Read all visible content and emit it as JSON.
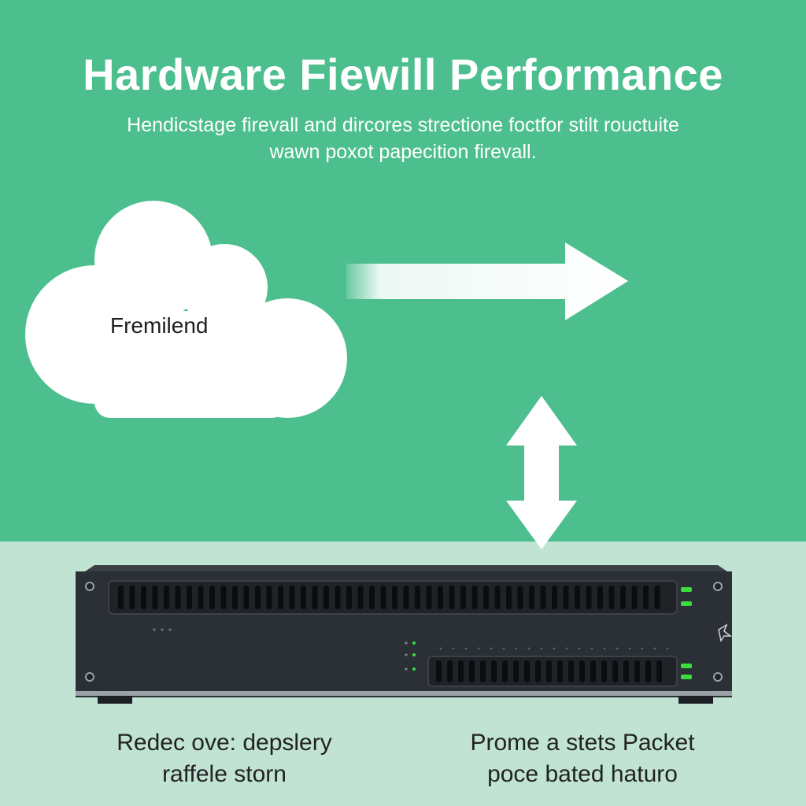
{
  "header": {
    "title": "Hardware Fiewill Performance",
    "subtitle_line1": "Hendicstage firevall and dircores strectione foctfor stilt rouctuite",
    "subtitle_line2": "wawn poxot papecition firevall."
  },
  "cloud": {
    "label": "Fremilend"
  },
  "captions": {
    "left_line1": "Redec ove: depslery",
    "left_line2": "raffele storn",
    "right_line1": "Prome a stets Packet",
    "right_line2": "poce bated haturo"
  },
  "colors": {
    "background_top": "#4dbf8f",
    "background_bottom": "#c0e3d4",
    "device_body": "#2b2f36",
    "led": "#3ddc3d"
  }
}
